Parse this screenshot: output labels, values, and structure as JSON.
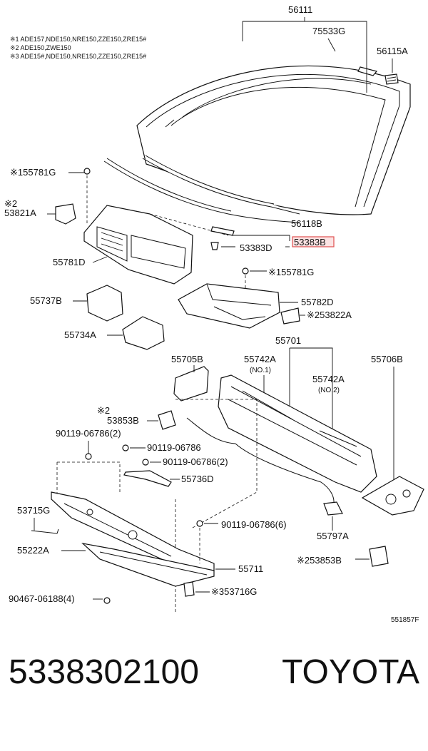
{
  "notes": [
    "※1 ADE157,NDE150,NRE150,ZZE150,ZRE15#",
    "※2 ADE150,ZWE150",
    "※3 ADE15#,NDE150,NRE150,ZZE150,ZRE15#"
  ],
  "labels": {
    "p56111": "56111",
    "p75533G": "75533G",
    "p56115A": "56115A",
    "p55781G_top": "※155781G",
    "p53821A_note": "※2",
    "p53821A": "53821A",
    "p56118B": "56118B",
    "p53383B": "53383B",
    "p53383D": "53383D",
    "p55781D": "55781D",
    "p55781G_mid": "※155781G",
    "p55737B": "55737B",
    "p55782D": "55782D",
    "p53822A": "※253822A",
    "p55734A": "55734A",
    "p55701": "55701",
    "p55705B": "55705B",
    "p55742A_1": "55742A",
    "p55742A_1_sub": "(NO.1)",
    "p55742A_2": "55742A",
    "p55742A_2_sub": "(NO.2)",
    "p55706B": "55706B",
    "p53853B_note": "※2",
    "p53853B_left": "53853B",
    "p90119_2": "90119-06786(2)",
    "p90119_a": "90119-06786",
    "p90119_b": "90119-06786(2)",
    "p55736D": "55736D",
    "p53715G": "53715G",
    "p90119_6": "90119-06786(6)",
    "p55797A": "55797A",
    "p55222A": "55222A",
    "p53853B_right": "※253853B",
    "p55711": "55711",
    "p53716G": "※353716G",
    "p90467": "90467-06188(4)",
    "ref": "551857F"
  },
  "colors": {
    "highlight_fill": "#fbe3e3",
    "highlight_stroke": "#e05050"
  },
  "footer": {
    "part_number": "5338302100",
    "brand": "TOYOTA"
  }
}
